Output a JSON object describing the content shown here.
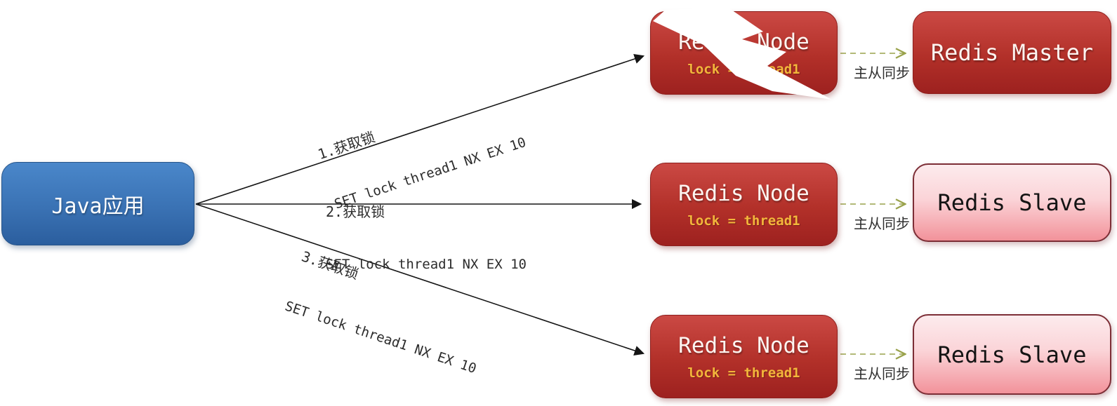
{
  "java_app": {
    "label": "Java应用"
  },
  "redis_nodes": [
    {
      "title": "Redis Node",
      "lock": "lock = thread1",
      "crashed": true
    },
    {
      "title": "Redis Node",
      "lock": "lock = thread1",
      "crashed": false
    },
    {
      "title": "Redis Node",
      "lock": "lock = thread1",
      "crashed": false
    }
  ],
  "replicas": [
    {
      "title": "Redis Master",
      "role": "master"
    },
    {
      "title": "Redis Slave",
      "role": "slave"
    },
    {
      "title": "Redis Slave",
      "role": "slave"
    }
  ],
  "acquire_edges": [
    {
      "step": "1.获取锁",
      "command": "SET lock thread1 NX EX 10"
    },
    {
      "step": "2.获取锁",
      "command": "SET lock thread1 NX EX 10"
    },
    {
      "step": "3.获取锁",
      "command": "SET lock thread1 NX EX 10"
    }
  ],
  "sync": {
    "label": "主从同步"
  },
  "colors": {
    "java_blue": "#3a72b4",
    "redis_red": "#b23029",
    "slave_pink": "#fbd4d8",
    "slave_border": "#7c2e36",
    "lock_gold": "#f3b63b",
    "sync_olive": "#99a24b",
    "arrow_black": "#151515",
    "bolt_white": "#ffffff"
  }
}
